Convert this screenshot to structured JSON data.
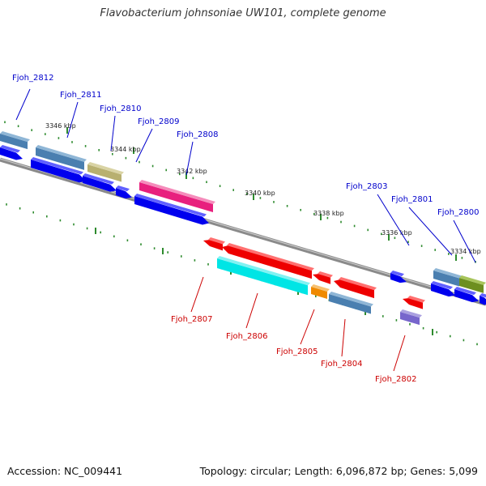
{
  "title": "Flavobacterium johnsoniae UW101, complete genome",
  "footer": {
    "accession": "Accession: NC_009441",
    "summary": "Topology: circular; Length: 6,096,872 bp; Genes: 5,099"
  },
  "colors": {
    "forward_label": "#0000cc",
    "reverse_label": "#cc0000",
    "backbone": "#8a8a8a",
    "tick": "#2e8b2e"
  },
  "kbp_labels": [
    "3346 kbp",
    "3344 kbp",
    "3342 kbp",
    "3340 kbp",
    "3338 kbp",
    "3336 kbp",
    "3334 kbp"
  ],
  "forward_genes": [
    "Fjoh_2812",
    "Fjoh_2811",
    "Fjoh_2810",
    "Fjoh_2809",
    "Fjoh_2808",
    "Fjoh_2803",
    "Fjoh_2801",
    "Fjoh_2800"
  ],
  "reverse_genes": [
    "Fjoh_2807",
    "Fjoh_2806",
    "Fjoh_2805",
    "Fjoh_2804",
    "Fjoh_2802"
  ]
}
